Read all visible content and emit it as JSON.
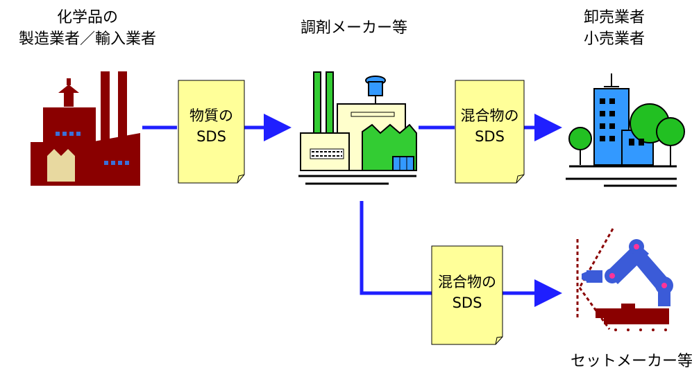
{
  "nodes": {
    "chem_mfr": {
      "line1": "化学品の",
      "line2": "製造業者／輸入業者",
      "icon": "chemical-factory-icon"
    },
    "formulator": {
      "label": "調剤メーカー等",
      "icon": "formulation-plant-icon"
    },
    "wholesaler": {
      "line1": "卸売業者",
      "line2": "小売業者",
      "icon": "store-building-icon"
    },
    "set_maker": {
      "label": "セットメーカー等",
      "icon": "industrial-robot-icon"
    }
  },
  "documents": {
    "doc1": {
      "line1": "物質の",
      "line2": "SDS"
    },
    "doc2": {
      "line1": "混合物の",
      "line2": "SDS"
    },
    "doc3": {
      "line1": "混合物の",
      "line2": "SDS"
    }
  },
  "colors": {
    "arrow": "#1f1fff",
    "doc_fill": "#ffff99",
    "factory_maroon": "#8a0000",
    "factory_tan": "#e8d9a0",
    "plant_green": "#33cc33",
    "building_blue": "#3399ff",
    "tree_green": "#22c022",
    "robot_blue": "#3b5bd8"
  }
}
